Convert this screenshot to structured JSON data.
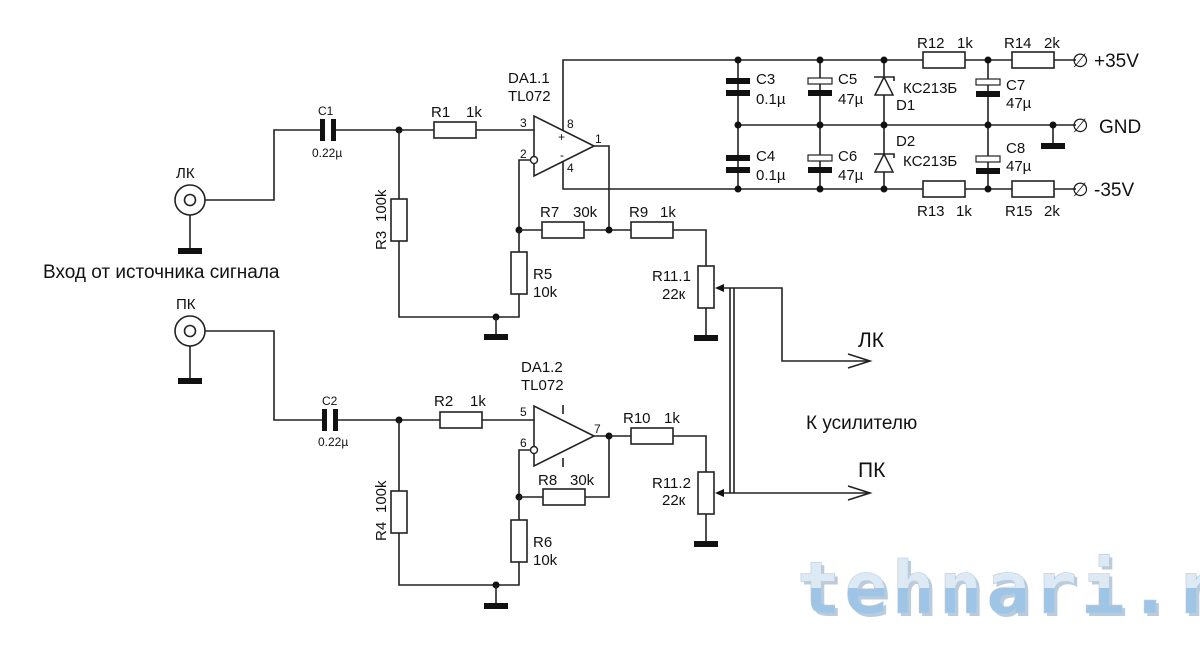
{
  "caption_input": "Вход от источника сигнала",
  "caption_output": "К усилителю",
  "connectors": {
    "in_left": "ЛК",
    "in_right": "ПК",
    "out_left": "ЛК",
    "out_right": "ПК"
  },
  "power": {
    "plus": "+35V",
    "gnd": "GND",
    "minus": "-35V",
    "terminal_symbol": "∅"
  },
  "opamps": [
    {
      "ref": "DA1.1",
      "part": "TL072",
      "pins": {
        "in_plus": "3",
        "in_minus": "2",
        "out": "1",
        "vplus": "8",
        "vminus": "4"
      },
      "plus_sign": "+",
      "minus_sign": "-"
    },
    {
      "ref": "DA1.2",
      "part": "TL072",
      "pins": {
        "in_plus": "5",
        "in_minus": "6",
        "out": "7"
      }
    }
  ],
  "capacitors": {
    "C1": {
      "ref": "C1",
      "value": "0.22µ"
    },
    "C2": {
      "ref": "C2",
      "value": "0.22µ"
    },
    "C3": {
      "ref": "C3",
      "value": "0.1µ"
    },
    "C4": {
      "ref": "C4",
      "value": "0.1µ"
    },
    "C5": {
      "ref": "C5",
      "value": "47µ"
    },
    "C6": {
      "ref": "C6",
      "value": "47µ"
    },
    "C7": {
      "ref": "C7",
      "value": "47µ"
    },
    "C8": {
      "ref": "C8",
      "value": "47µ"
    }
  },
  "resistors": {
    "R1": {
      "ref": "R1",
      "value": "1k"
    },
    "R2": {
      "ref": "R2",
      "value": "1k"
    },
    "R3": {
      "ref": "R3",
      "value": "100k"
    },
    "R4": {
      "ref": "R4",
      "value": "100k"
    },
    "R5": {
      "ref": "R5",
      "value": "10k"
    },
    "R6": {
      "ref": "R6",
      "value": "10k"
    },
    "R7": {
      "ref": "R7",
      "value": "30k"
    },
    "R8": {
      "ref": "R8",
      "value": "30k"
    },
    "R9": {
      "ref": "R9",
      "value": "1k"
    },
    "R10": {
      "ref": "R10",
      "value": "1k"
    },
    "R11_1": {
      "ref": "R11.1",
      "value": "22к"
    },
    "R11_2": {
      "ref": "R11.2",
      "value": "22к"
    },
    "R12": {
      "ref": "R12",
      "value": "1k"
    },
    "R13": {
      "ref": "R13",
      "value": "1k"
    },
    "R14": {
      "ref": "R14",
      "value": "2k"
    },
    "R15": {
      "ref": "R15",
      "value": "2k"
    }
  },
  "diodes": {
    "D1": {
      "ref": "D1",
      "part": "КС213Б"
    },
    "D2": {
      "ref": "D2",
      "part": "КС213Б"
    }
  },
  "watermark": {
    "text": "tehnari.ru",
    "color_top": "#dde9f4",
    "color_bottom": "#9ec5e6"
  }
}
